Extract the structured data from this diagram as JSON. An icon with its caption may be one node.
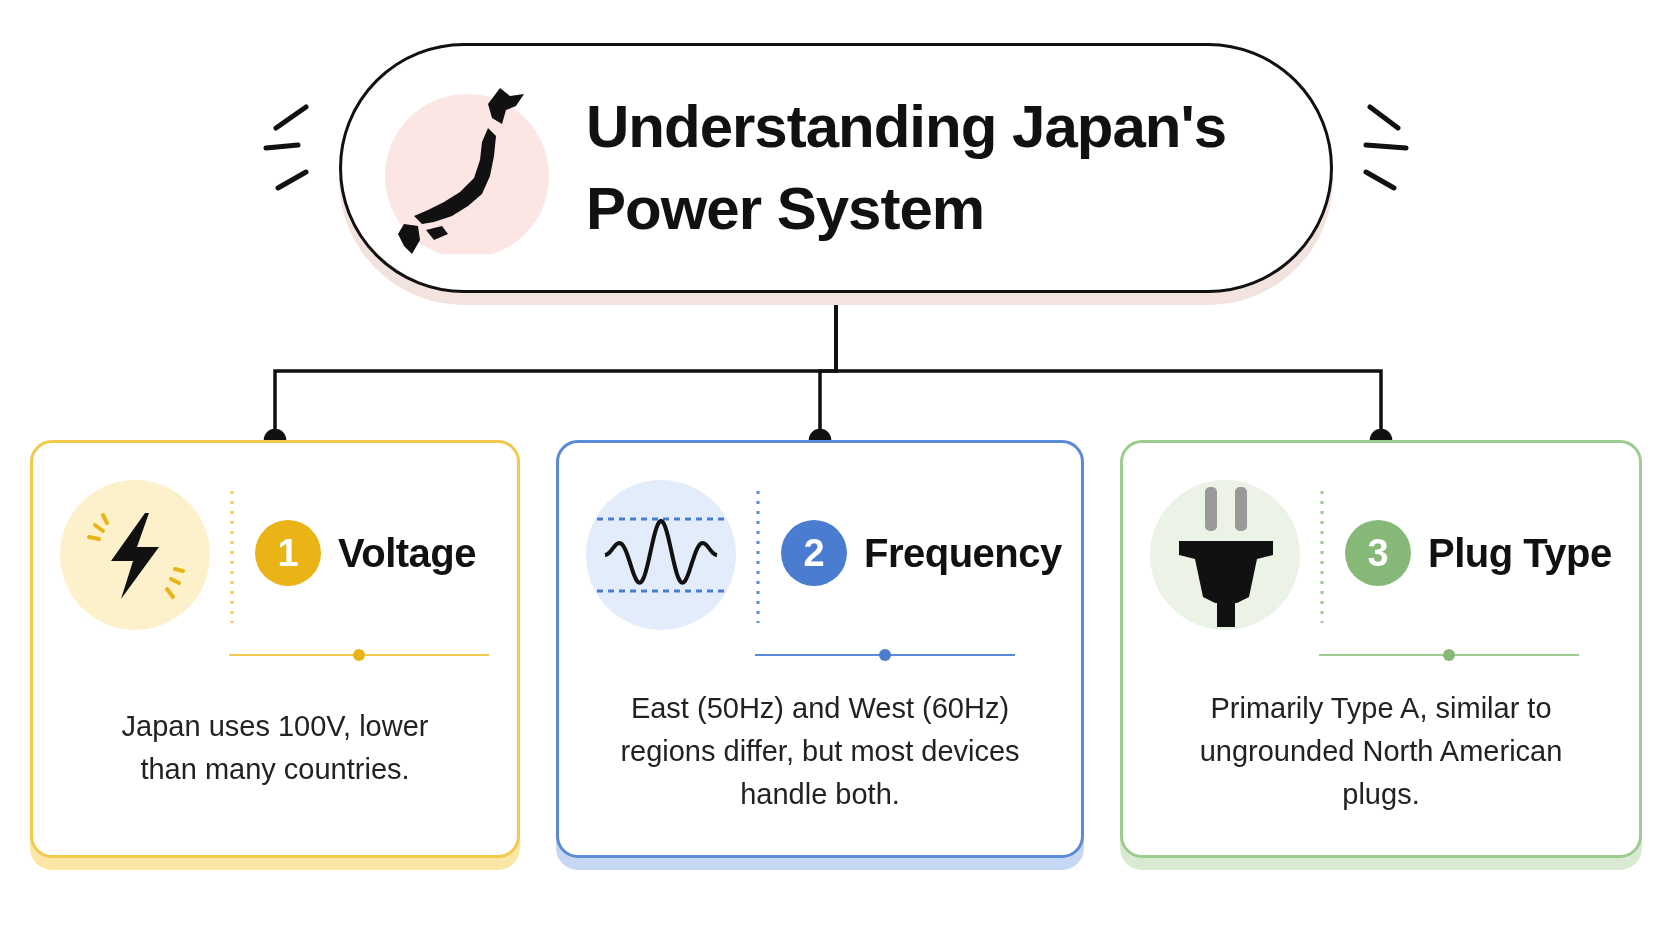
{
  "diagram": {
    "nodes": [
      {
        "text": [
          "Understanding Japan's Power System"
        ]
      },
      {
        "text": [
          "1",
          "Voltage",
          "Japan uses 100V, lower than many countries."
        ]
      },
      {
        "text": [
          "2",
          "Frequency",
          "East (50Hz) and West (60Hz) regions differ, but most devices handle both."
        ]
      },
      {
        "text": [
          "3",
          "Plug Type",
          "Primarily Type A, similar to ungrounded North American plugs."
        ]
      }
    ],
    "edges": [
      {
        "from": 0,
        "to": 1,
        "arrow": "other"
      },
      {
        "from": 0,
        "to": 2,
        "arrow": "other"
      },
      {
        "from": 0,
        "to": 3,
        "arrow": "other"
      }
    ]
  }
}
